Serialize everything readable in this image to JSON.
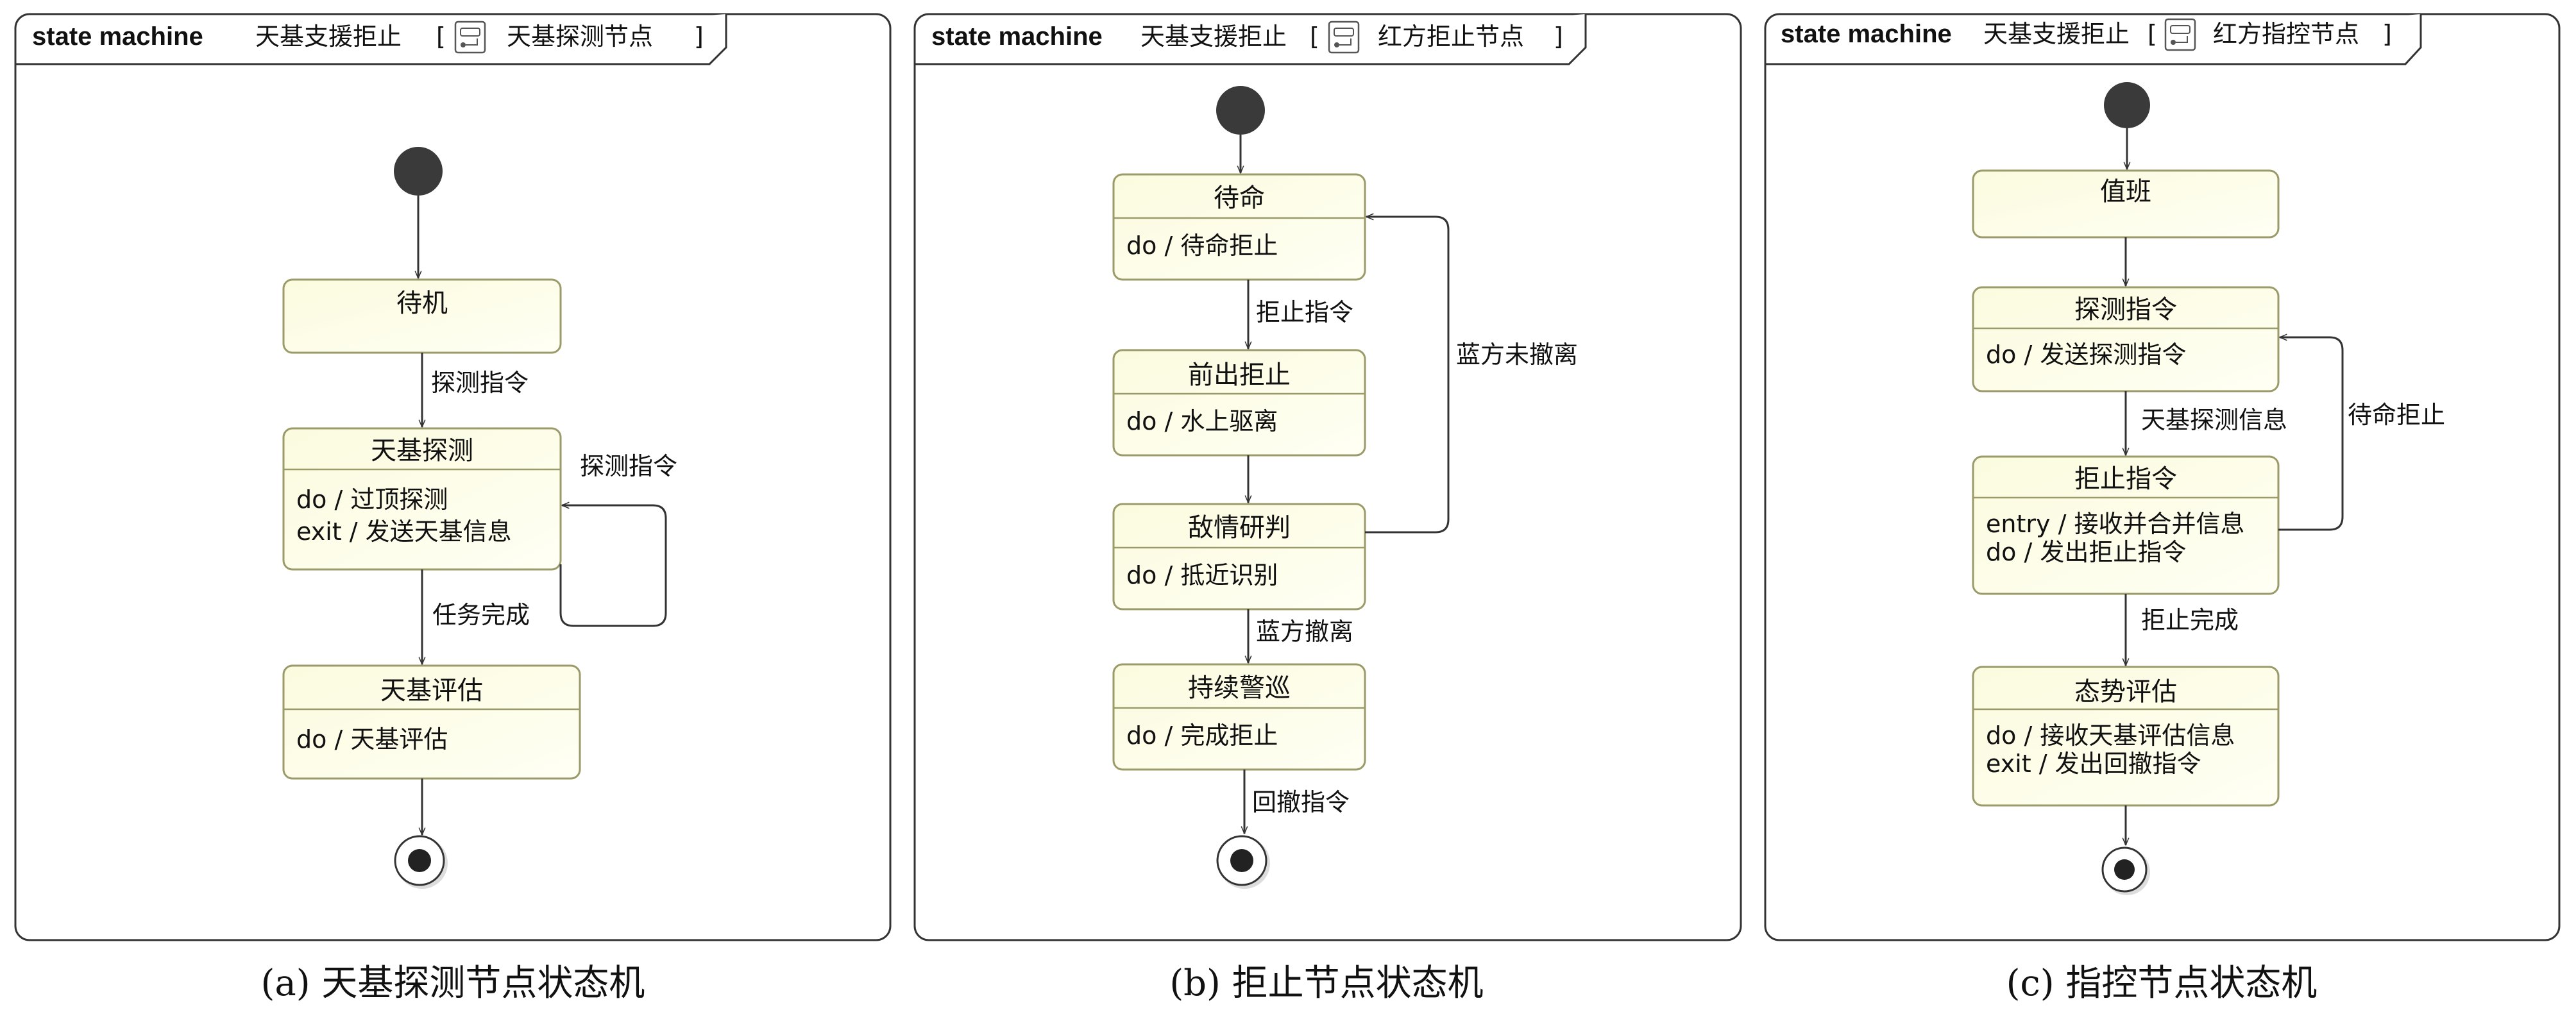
{
  "keyword": "state machine",
  "bracket_open": "[",
  "bracket_close": "]",
  "diagrams": [
    {
      "title_prefix": "天基支援拒止",
      "node_name": "天基探测节点",
      "caption": "(a) 天基探测节点状态机",
      "states": [
        {
          "name": "待机",
          "activities": []
        },
        {
          "name": "天基探测",
          "activities": [
            {
              "kind": "do",
              "text": "过顶探测"
            },
            {
              "kind": "exit",
              "text": "发送天基信息"
            }
          ]
        },
        {
          "name": "天基评估",
          "activities": [
            {
              "kind": "do",
              "text": "天基评估"
            }
          ]
        }
      ],
      "transitions": [
        "探测指令",
        "探测指令",
        "任务完成"
      ]
    },
    {
      "title_prefix": "天基支援拒止",
      "node_name": "红方拒止节点",
      "caption": "(b) 拒止节点状态机",
      "states": [
        {
          "name": "待命",
          "activities": [
            {
              "kind": "do",
              "text": "待命拒止"
            }
          ]
        },
        {
          "name": "前出拒止",
          "activities": [
            {
              "kind": "do",
              "text": "水上驱离"
            }
          ]
        },
        {
          "name": "敌情研判",
          "activities": [
            {
              "kind": "do",
              "text": "抵近识别"
            }
          ]
        },
        {
          "name": "持续警巡",
          "activities": [
            {
              "kind": "do",
              "text": "完成拒止"
            }
          ]
        }
      ],
      "transitions": [
        "拒止指令",
        "蓝方未撤离",
        "蓝方撤离",
        "回撤指令"
      ]
    },
    {
      "title_prefix": "天基支援拒止",
      "node_name": "红方指控节点",
      "caption": "(c) 指控节点状态机",
      "states": [
        {
          "name": "值班",
          "activities": []
        },
        {
          "name": "探测指令",
          "activities": [
            {
              "kind": "do",
              "text": "发送探测指令"
            }
          ]
        },
        {
          "name": "拒止指令",
          "activities": [
            {
              "kind": "entry",
              "text": "接收并合并信息"
            },
            {
              "kind": "do",
              "text": "发出拒止指令"
            }
          ]
        },
        {
          "name": "态势评估",
          "activities": [
            {
              "kind": "do",
              "text": "接收天基评估信息"
            },
            {
              "kind": "exit",
              "text": "发出回撤指令"
            }
          ]
        }
      ],
      "transitions": [
        "天基探测信息",
        "待命拒止",
        "拒止完成"
      ]
    }
  ]
}
